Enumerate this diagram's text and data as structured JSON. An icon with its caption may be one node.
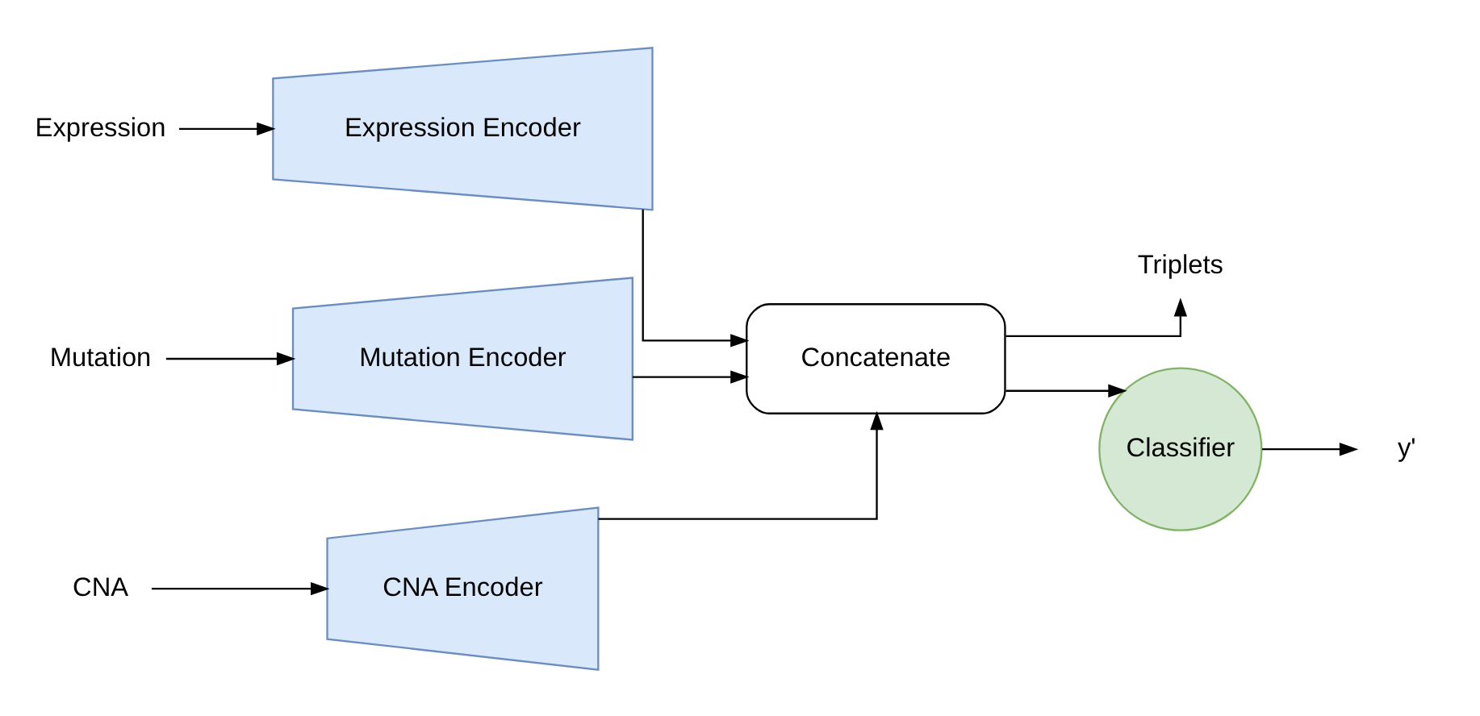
{
  "diagram": {
    "nodes": [
      {
        "text": [
          "Expression"
        ]
      },
      {
        "text": [
          "Expression Encoder"
        ]
      },
      {
        "text": [
          "Mutation"
        ]
      },
      {
        "text": [
          "Mutation Encoder"
        ]
      },
      {
        "text": [
          "CNA"
        ]
      },
      {
        "text": [
          "CNA Encoder"
        ]
      },
      {
        "text": [
          "Concatenate"
        ]
      },
      {
        "text": [
          "Triplets"
        ]
      },
      {
        "text": [
          "Classifier"
        ]
      },
      {
        "text": [
          "y'"
        ]
      }
    ],
    "edges": [
      {
        "from": 0,
        "to": 1,
        "arrow": "to"
      },
      {
        "from": 2,
        "to": 3,
        "arrow": "to"
      },
      {
        "from": 4,
        "to": 5,
        "arrow": "to"
      },
      {
        "from": 1,
        "to": 6,
        "arrow": "to"
      },
      {
        "from": 3,
        "to": 6,
        "arrow": "to"
      },
      {
        "from": 5,
        "to": 6,
        "arrow": "to"
      },
      {
        "from": 6,
        "to": 7,
        "arrow": "to"
      },
      {
        "from": 6,
        "to": 8,
        "arrow": "to"
      },
      {
        "from": 8,
        "to": 9,
        "arrow": "to"
      }
    ]
  }
}
